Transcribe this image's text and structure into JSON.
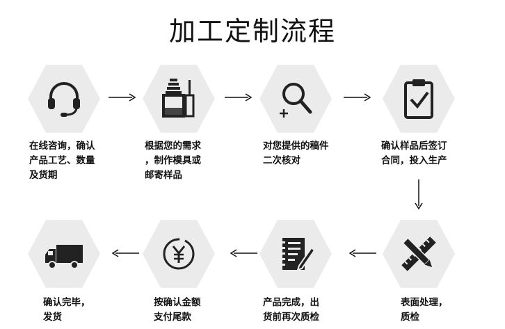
{
  "title": "加工定制流程",
  "steps": [
    {
      "icon": "headset-icon",
      "label": "在线咨询，确认\n产品工艺、数量\n及货期"
    },
    {
      "icon": "nail-polish-icon",
      "label": "根据您的需求\n，制作模具或\n邮寄样品"
    },
    {
      "icon": "magnifier-icon",
      "label": "对您提供的稿件\n二次核对"
    },
    {
      "icon": "clipboard-check-icon",
      "label": "确认样品后签订\n合同，投入生产"
    },
    {
      "icon": "pencil-ruler-icon",
      "label": "表面处理，\n质检"
    },
    {
      "icon": "document-pen-icon",
      "label": "产品完成，出\n货前再次质检"
    },
    {
      "icon": "yuan-coin-icon",
      "label": "按确认金额\n支付尾款"
    },
    {
      "icon": "truck-icon",
      "label": "确认完毕，\n发货"
    }
  ]
}
